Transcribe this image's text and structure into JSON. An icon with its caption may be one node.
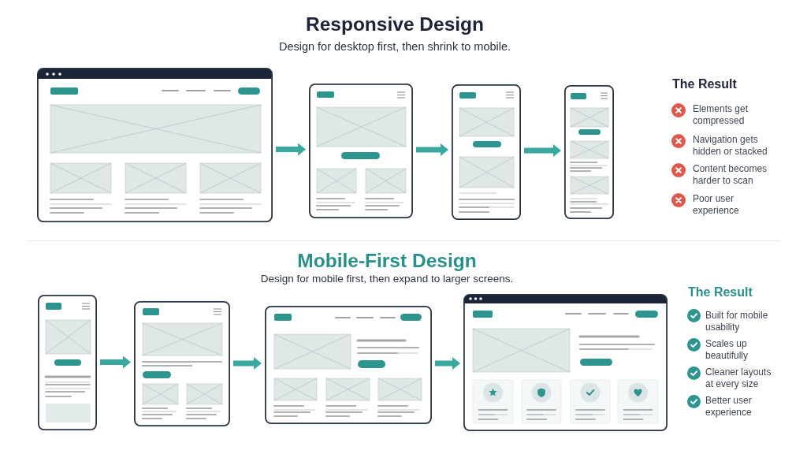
{
  "diagram": {
    "nodes": [
      {
        "text": [],
        "shape": "picture"
      },
      {
        "text": [],
        "shape": "picture"
      },
      {
        "text": [],
        "shape": "picture"
      },
      {
        "text": [],
        "shape": "picture"
      },
      {
        "text": [],
        "shape": "picture"
      },
      {
        "text": [],
        "shape": "picture"
      },
      {
        "text": [],
        "shape": "picture"
      },
      {
        "text": [],
        "shape": "picture"
      }
    ],
    "edges": [
      {
        "from": 0,
        "to": 1,
        "arrow": "to"
      },
      {
        "from": 1,
        "to": 2,
        "arrow": "to"
      },
      {
        "from": 2,
        "to": 3,
        "arrow": "to"
      },
      {
        "from": 4,
        "to": 5,
        "arrow": "to"
      },
      {
        "from": 5,
        "to": 6,
        "arrow": "to"
      },
      {
        "from": 6,
        "to": 7,
        "arrow": "to"
      }
    ],
    "labels": [
      "Responsive Design",
      "Design for desktop first, then shrink to mobile.",
      "The Result",
      "Elements get compressed",
      "Navigation gets hidden or stacked",
      "Content becomes harder to scan",
      "Poor user experience",
      "Mobile-First Design",
      "Design for mobile first, then expand to larger screens.",
      "The Result",
      "Built for mobile usability",
      "Scales up beautifully",
      "Cleaner layouts at every size",
      "Better user experience"
    ]
  }
}
